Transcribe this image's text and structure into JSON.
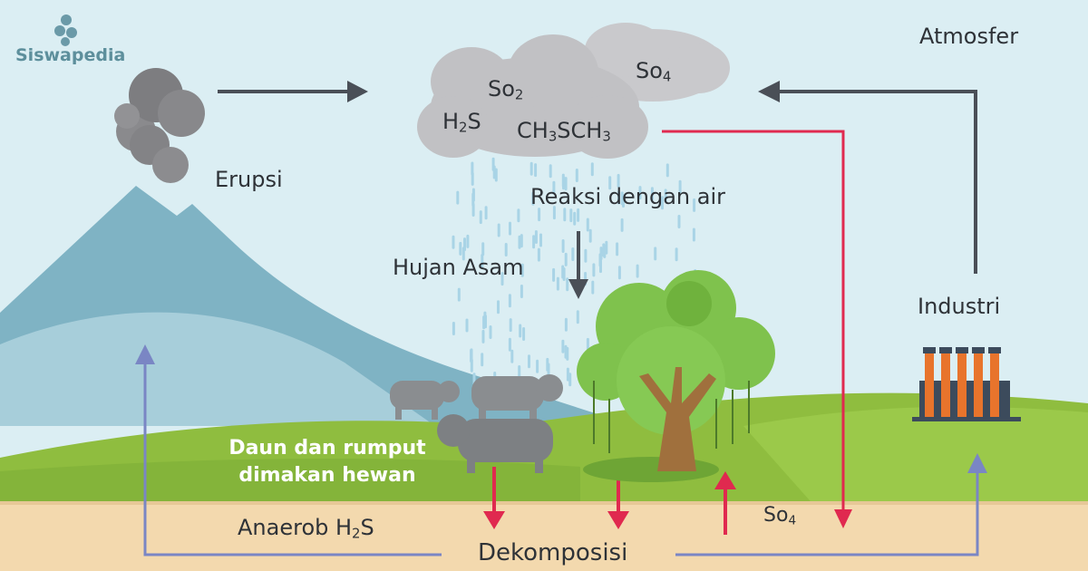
{
  "brand": {
    "name": "Siswapedia"
  },
  "labels": {
    "atmosfer": "Atmosfer",
    "erupsi": "Erupsi",
    "reaksi": "Reaksi dengan air",
    "hujan_asam": "Hujan Asam",
    "industri": "Industri",
    "daun_line1": "Daun dan rumput",
    "daun_line2": "dimakan hewan",
    "anaerob_base": "Anaerob H",
    "anaerob_sub": "2",
    "anaerob_end": "S",
    "dekomposisi": "Dekomposisi",
    "so4_ground_base": "So",
    "so4_ground_sub": "4"
  },
  "cloud_compounds": {
    "so2_base": "So",
    "so2_sub": "2",
    "h2s_base": "H",
    "h2s_sub": "2",
    "h2s_end": "S",
    "ch3sch3": [
      "CH",
      "3",
      "SCH",
      "3"
    ],
    "so4_base": "So",
    "so4_sub": "4"
  },
  "colors": {
    "sky": "#dbeef3",
    "mountain": "#7fb3c4",
    "grass": "#8fbd3f",
    "soil": "#f3d9ae",
    "arrow_dark": "#4a4f57",
    "arrow_red": "#e0294f",
    "arrow_purple": "#7a86c4",
    "rain": "#a9d4e6",
    "cloud": "#c3c3c6",
    "smoke": "#7d7d80",
    "tree_leaf": "#7fc24d",
    "trunk": "#a0703d",
    "factory": "#e8742c",
    "animal": "#8a8d90"
  }
}
